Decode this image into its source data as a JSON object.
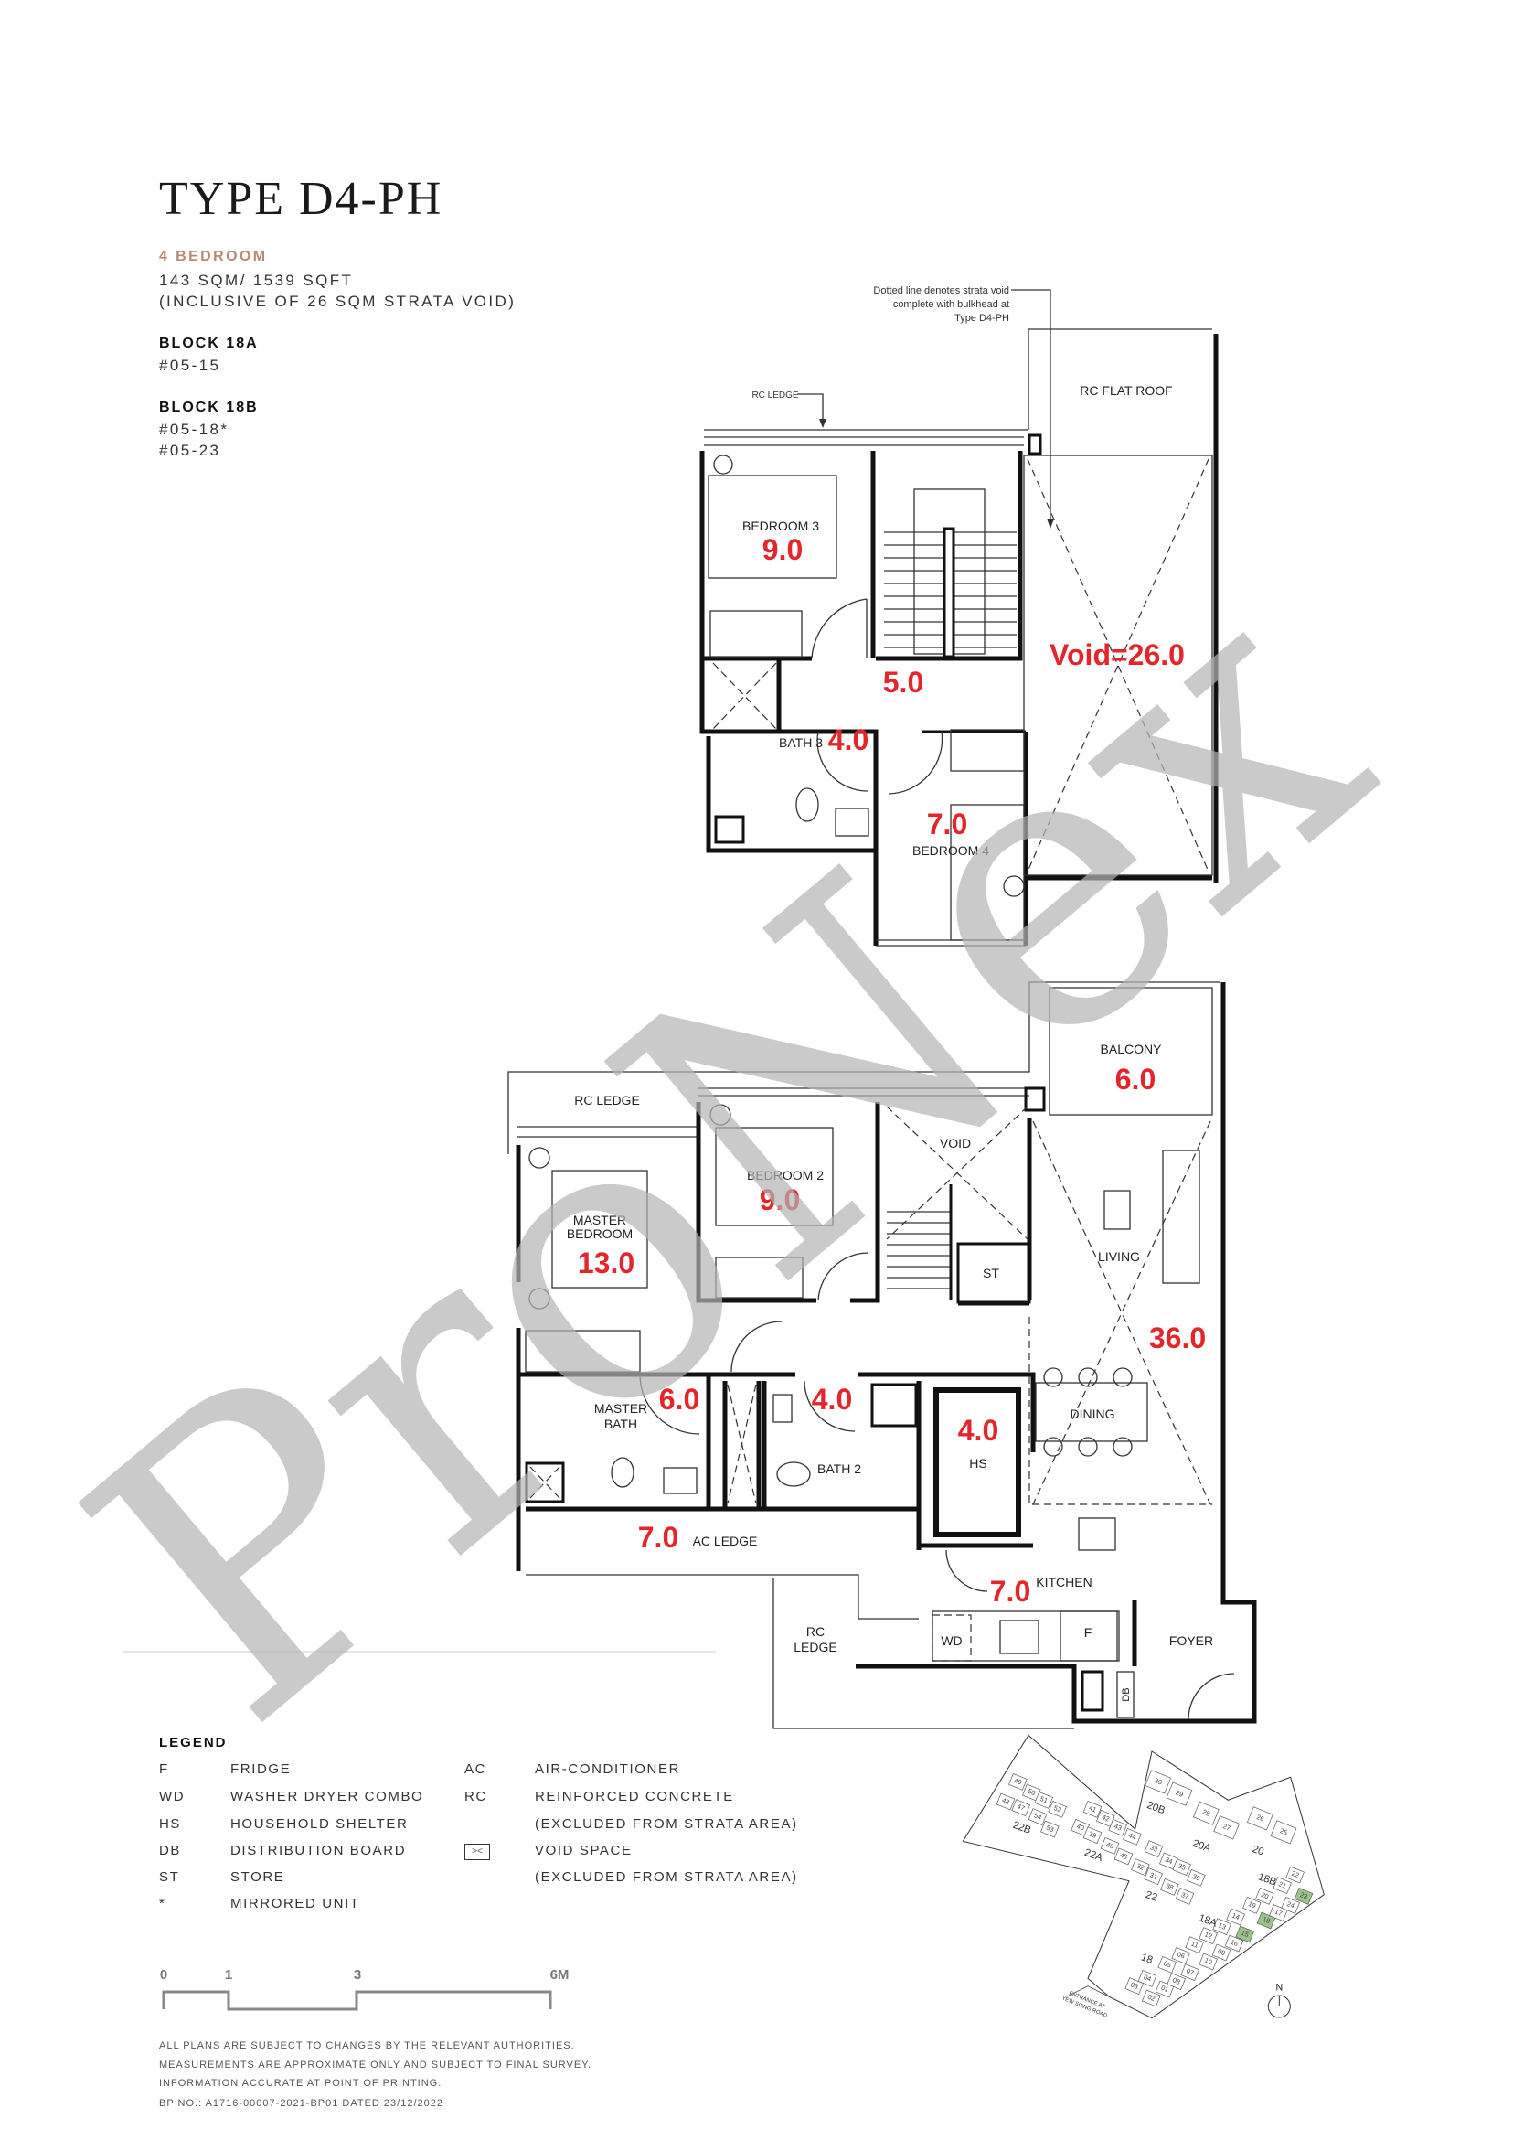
{
  "header": {
    "title": "TYPE D4-PH",
    "bedrooms": "4 BEDROOM",
    "area": "143 SQM/ 1539 SQFT",
    "area_note": "(INCLUSIVE OF 26 SQM STRATA VOID)",
    "blocks": [
      {
        "name": "BLOCK 18A",
        "units": [
          "#05-15"
        ]
      },
      {
        "name": "BLOCK 18B",
        "units": [
          "#05-18*",
          "#05-23"
        ]
      }
    ]
  },
  "colors": {
    "accent": "#b98a72",
    "area_label": "#e3262b",
    "highlight": "#9cc48a"
  },
  "upper_plan": {
    "annotation": [
      "Dotted line denotes strata void",
      "complete with bulkhead at",
      "Type D4-PH"
    ],
    "rc_ledge": "RC LEDGE",
    "rc_flat_roof": "RC FLAT ROOF",
    "bedroom3": "BEDROOM 3",
    "bedroom3_area": "9.0",
    "hall_area": "5.0",
    "void_area": "Void=26.0",
    "bath3": "BATH 3",
    "bath3_area": "4.0",
    "bedroom4": "BEDROOM 4",
    "bedroom4_area": "7.0"
  },
  "lower_plan": {
    "rc_ledge_top": "RC LEDGE",
    "master_bedroom": [
      "MASTER",
      "BEDROOM"
    ],
    "master_bedroom_area": "13.0",
    "bedroom2": "BEDROOM 2",
    "bedroom2_area": "9.0",
    "void": "VOID",
    "store": "ST",
    "balcony": "BALCONY",
    "balcony_area": "6.0",
    "living": "LIVING",
    "living_area": "36.0",
    "dining": "DINING",
    "master_bath": [
      "MASTER",
      "BATH"
    ],
    "master_bath_area": "6.0",
    "bath2": "BATH 2",
    "bath2_area": "4.0",
    "hs": "HS",
    "hs_area": "4.0",
    "ac_ledge": "AC LEDGE",
    "ac_ledge_area": "7.0",
    "kitchen": "KITCHEN",
    "kitchen_area": "7.0",
    "rc_ledge_bottom": [
      "RC",
      "LEDGE"
    ],
    "wd": "WD",
    "fridge": "F",
    "foyer": "FOYER",
    "db": "DB"
  },
  "watermark": "ProNex",
  "legend": {
    "title": "LEGEND",
    "left": [
      {
        "abbr": "F",
        "desc": "FRIDGE"
      },
      {
        "abbr": "WD",
        "desc": "WASHER DRYER COMBO"
      },
      {
        "abbr": "HS",
        "desc": "HOUSEHOLD SHELTER"
      },
      {
        "abbr": "DB",
        "desc": "DISTRIBUTION BOARD"
      },
      {
        "abbr": "ST",
        "desc": "STORE"
      },
      {
        "abbr": "*",
        "desc": "MIRRORED UNIT"
      }
    ],
    "right": [
      {
        "abbr": "AC",
        "desc": "AIR-CONDITIONER"
      },
      {
        "abbr": "RC",
        "desc": "REINFORCED CONCRETE"
      },
      {
        "abbr": "",
        "desc": "(EXCLUDED FROM STRATA AREA)"
      },
      {
        "abbr": "void-space-icon",
        "desc": "VOID SPACE"
      },
      {
        "abbr": "",
        "desc": "(EXCLUDED FROM STRATA AREA)"
      }
    ]
  },
  "scale_bar": {
    "ticks": [
      "0",
      "1",
      "3",
      "6M"
    ]
  },
  "disclaimer": [
    "ALL PLANS ARE SUBJECT TO CHANGES BY THE RELEVANT AUTHORITIES.",
    "MEASUREMENTS ARE APPROXIMATE ONLY AND SUBJECT TO FINAL SURVEY.",
    "INFORMATION ACCURATE AT POINT OF PRINTING.",
    "BP NO.: A1716-00007-2021-BP01 DATED 23/12/2022"
  ],
  "key_plan": {
    "units": [
      "49",
      "50",
      "51",
      "52",
      "48",
      "47",
      "54",
      "53",
      "41",
      "42",
      "43",
      "44",
      "40",
      "39",
      "46",
      "45",
      "33",
      "34",
      "35",
      "36",
      "32",
      "31",
      "38",
      "37",
      "30",
      "29",
      "28",
      "27",
      "26",
      "25",
      "22",
      "21",
      "20",
      "19",
      "14",
      "13",
      "12",
      "11",
      "06",
      "05",
      "04",
      "03",
      "02",
      "01",
      "08",
      "07",
      "10",
      "09",
      "16",
      "15",
      "18",
      "17",
      "24",
      "23"
    ],
    "highlighted": [
      "15",
      "18",
      "23"
    ],
    "blocks": [
      "22B",
      "22A",
      "22",
      "20B",
      "20A",
      "20",
      "18B",
      "18A",
      "18"
    ],
    "entrance": [
      "ENTRANCE AT",
      "YEW SIANG ROAD"
    ],
    "north": "N"
  }
}
